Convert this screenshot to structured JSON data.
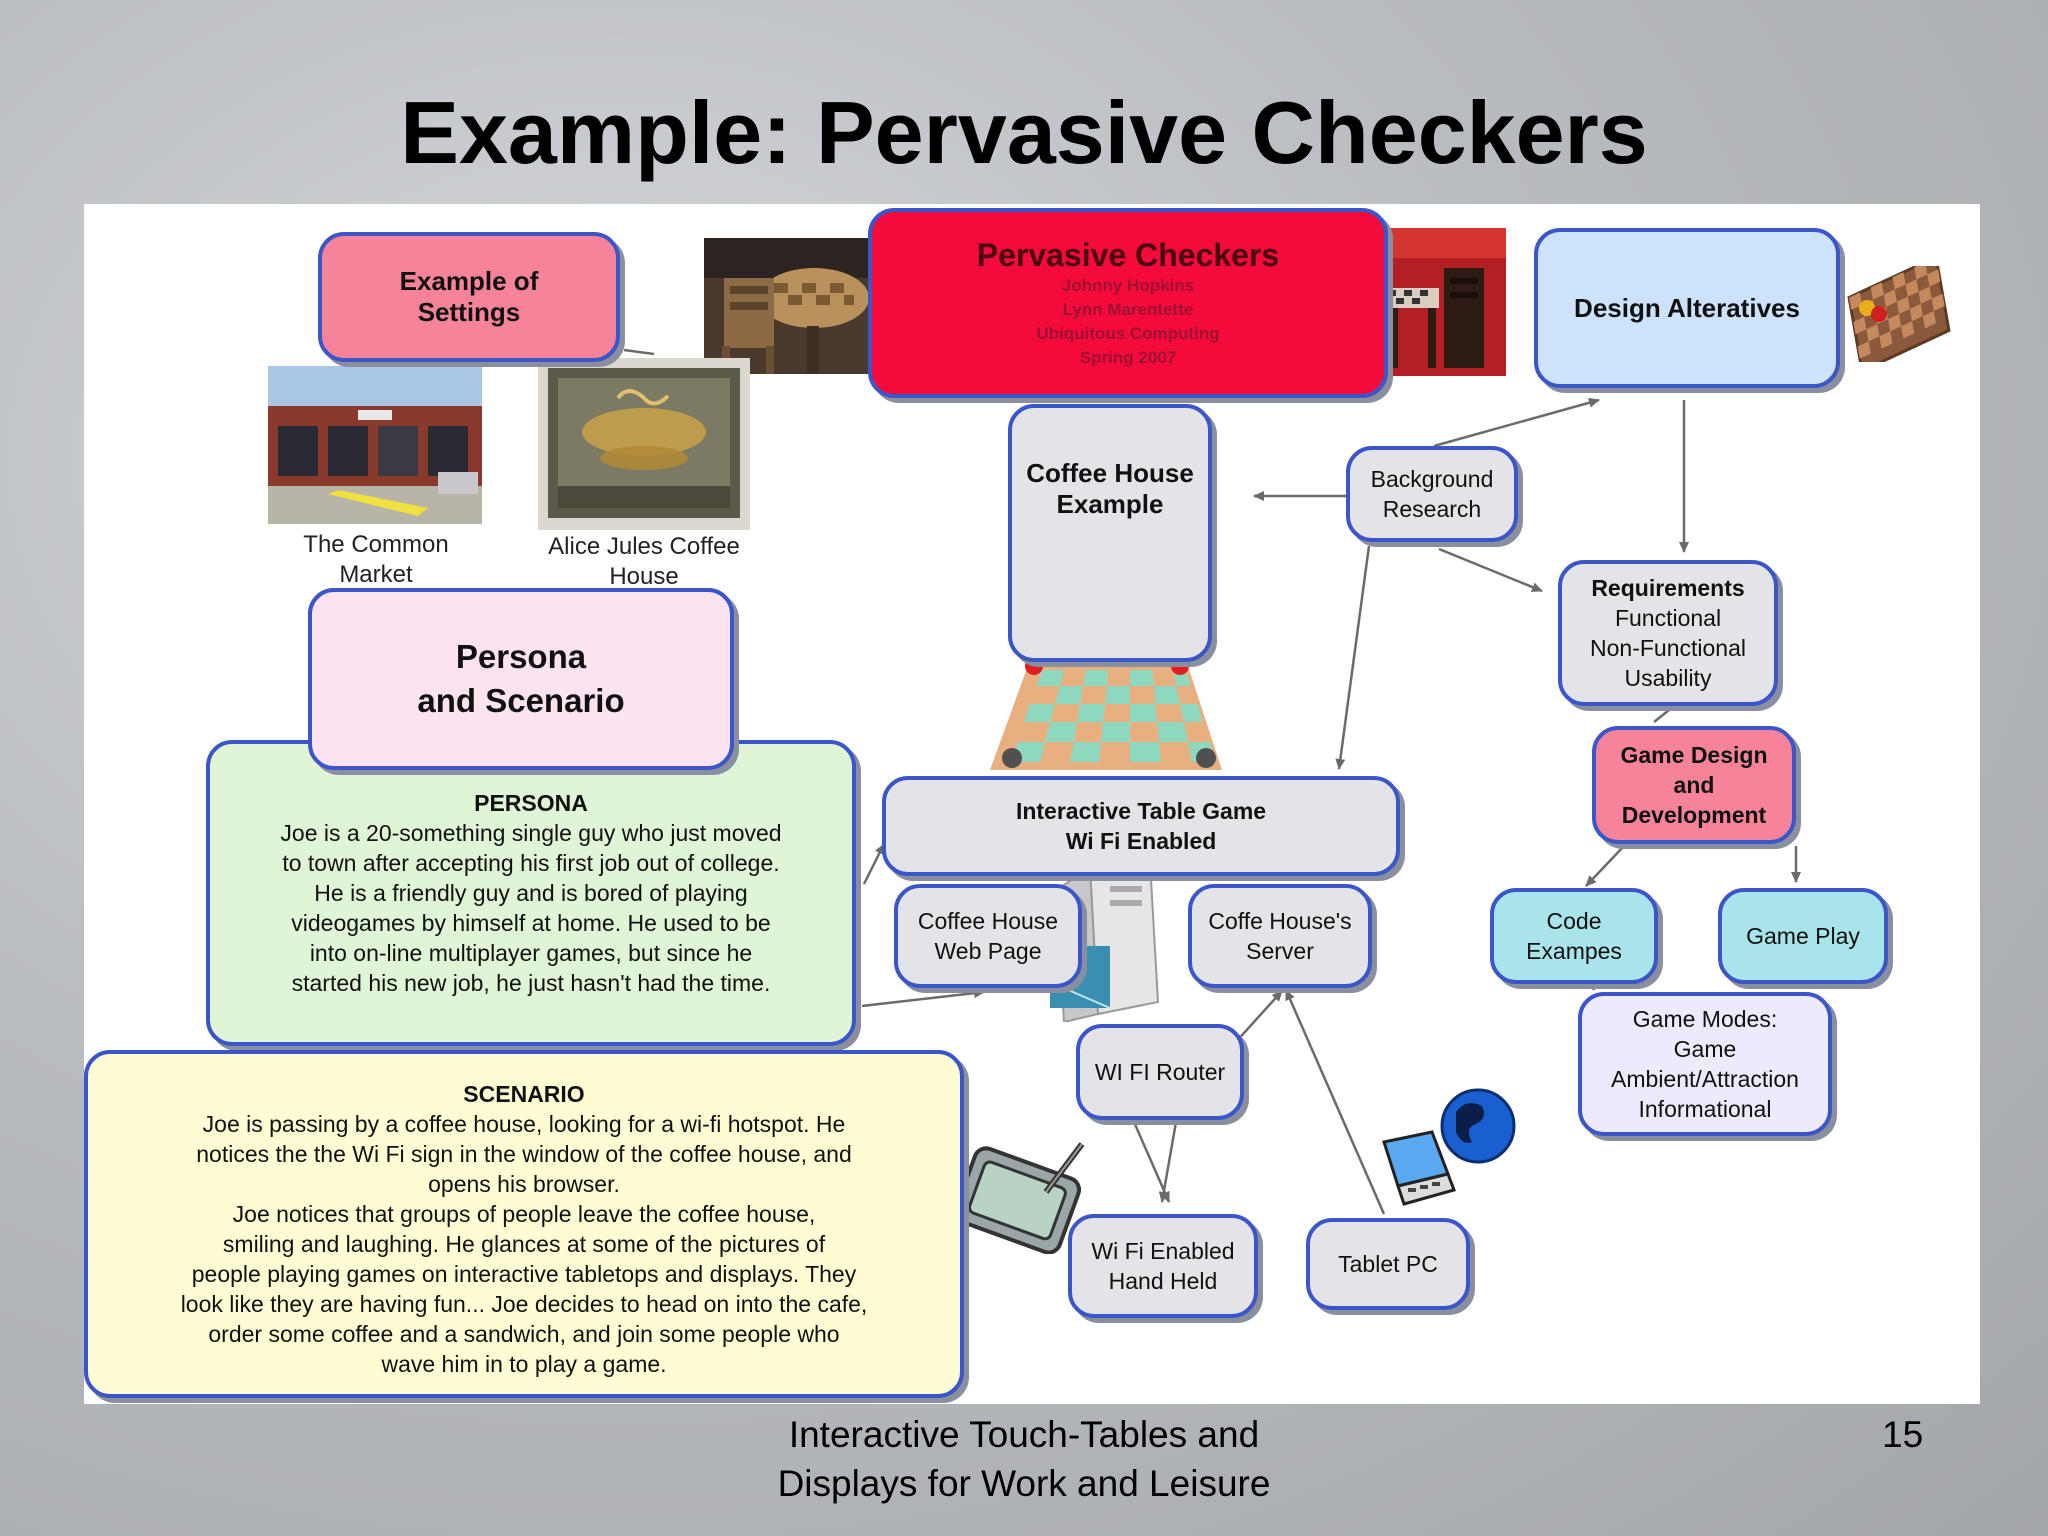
{
  "slide": {
    "title": "Example: Pervasive Checkers",
    "footer_line1": "Interactive Touch-Tables and",
    "footer_line2": "Displays for Work and Leisure",
    "page_number": "15"
  },
  "nodes": {
    "example_settings": "Example of\nSettings",
    "pervasive_title": "Pervasive Checkers",
    "pervasive_lines": [
      "Johnny Hopkins",
      "Lynn Marentette",
      "Ubiquitous Computing",
      "Spring 2007"
    ],
    "design_alternatives": "Design Alteratives",
    "coffee_house_example": "Coffee House\nExample",
    "background_research": "Background\nResearch",
    "requirements_title": "Requirements",
    "requirements_lines": [
      "Functional",
      "Non-Functional",
      "Usability"
    ],
    "game_design": "Game Design\nand\nDevelopment",
    "persona_scenario": "Persona\nand Scenario",
    "persona_heading": "PERSONA",
    "persona_text": "Joe is a 20-something single guy who just moved\nto town after accepting his first job out of college.\nHe is a friendly guy and is bored of playing\nvideogames by himself at home. He used to be\ninto on-line multiplayer games, but since he\nstarted his new job, he just hasn't had the time.",
    "scenario_heading": "SCENARIO",
    "scenario_text": "Joe is passing by a coffee house, looking for a wi-fi hotspot.  He\nnotices the  the Wi Fi sign in the window of the coffee house, and\nopens his browser.\n        Joe notices that groups of people leave the coffee house,\nsmiling and laughing.   He glances at some of the pictures of\npeople playing games on interactive tabletops and displays.  They\nlook like they are having fun... Joe decides to head on into the cafe,\norder some coffee and a sandwich, and join some people who\nwave him in to play a game.",
    "interactive_table": "Interactive Table Game\nWi Fi Enabled",
    "coffee_web_page": "Coffee House\nWeb Page",
    "coffee_server": "Coffe House's\nServer",
    "wifi_router": "WI FI Router",
    "wifi_handheld": "Wi Fi Enabled\nHand Held",
    "tablet_pc": "Tablet PC",
    "code_examples": "Code\nExampes",
    "game_play": "Game Play",
    "game_modes": "Game Modes:\nGame\nAmbient/Attraction\nInformational"
  },
  "captions": {
    "common_market": "The Common\nMarket",
    "alice_jules": "Alice Jules Coffee\nHouse"
  },
  "colors": {
    "node_border": "#3b56c8",
    "pink": "#f7839a",
    "red": "#f20b3b",
    "blue": "#cde2fb",
    "arrow": "#6b6b6b"
  }
}
